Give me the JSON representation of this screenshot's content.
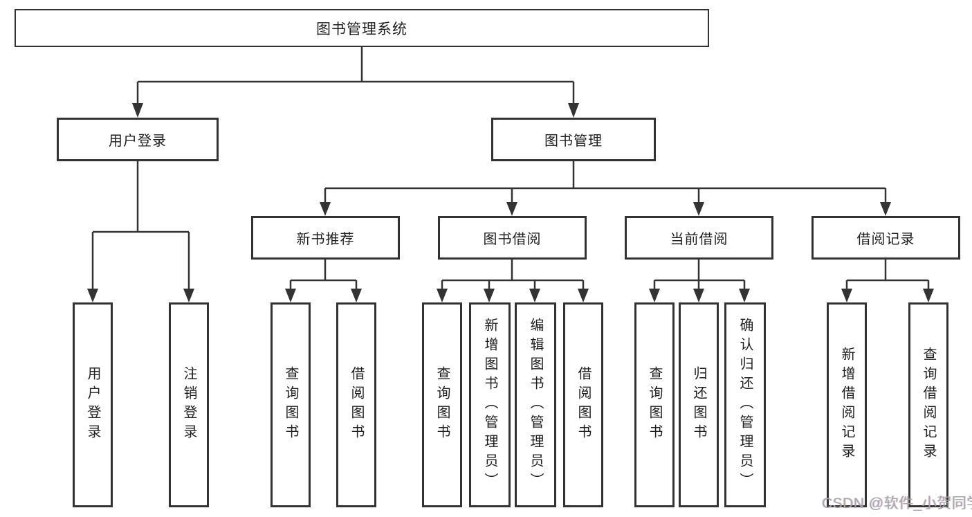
{
  "diagram": {
    "title": "图书管理系统",
    "nodes": {
      "root": {
        "label": "图书管理系统"
      },
      "user_login": {
        "label": "用户登录"
      },
      "book_mgmt": {
        "label": "图书管理"
      },
      "new_books": {
        "label": "新书推荐"
      },
      "book_borrow": {
        "label": "图书借阅"
      },
      "current_borrow": {
        "label": "当前借阅"
      },
      "borrow_records": {
        "label": "借阅记录"
      },
      "leaf_user_login": {
        "label": "用户登录"
      },
      "leaf_logout": {
        "label": "注销登录"
      },
      "leaf_query_nb": {
        "label": "查询图书"
      },
      "leaf_borrow_nb": {
        "label": "借阅图书"
      },
      "leaf_query_bb": {
        "label": "查询图书"
      },
      "leaf_add_books": {
        "label": "新增图书（管理员）"
      },
      "leaf_edit_books": {
        "label": "编辑图书（管理员）"
      },
      "leaf_borrow_bb": {
        "label": "借阅图书"
      },
      "leaf_query_cb": {
        "label": "查询图书"
      },
      "leaf_return_books": {
        "label": "归还图书"
      },
      "leaf_confirm_ret": {
        "label": "确认归还（管理员）"
      },
      "leaf_add_record": {
        "label": "新增借阅记录"
      },
      "leaf_query_record": {
        "label": "查询借阅记录"
      }
    },
    "colors": {
      "line": "#333333",
      "text": "#1f1f1f",
      "background": "#ffffff",
      "watermark": "#a8a8a8"
    }
  },
  "watermark": {
    "text": "CSDN @软件_小贺同学"
  }
}
